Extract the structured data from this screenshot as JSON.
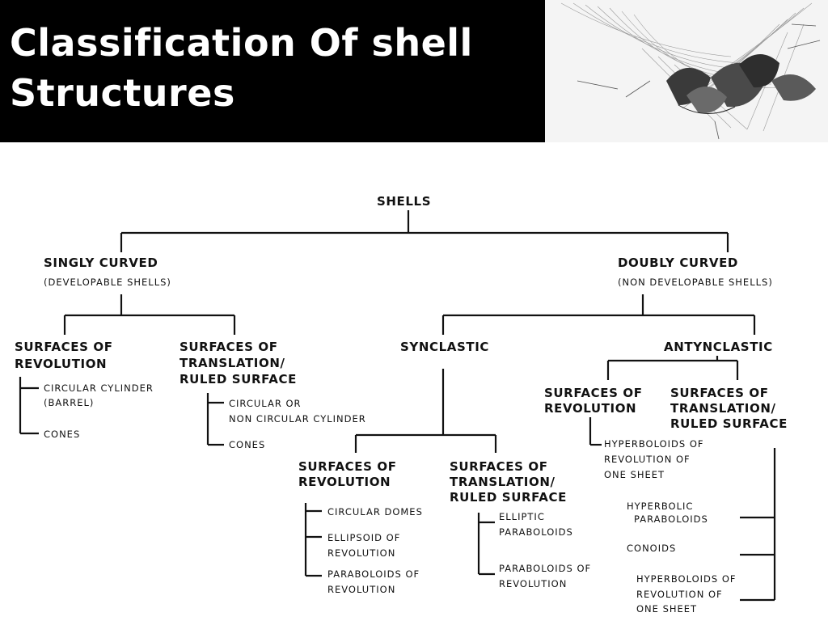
{
  "slide": {
    "title_line1": "Classification Of shell",
    "title_line2": "Structures"
  },
  "diagram": {
    "root": "SHELLS",
    "singly_curved": {
      "title": "SINGLY CURVED",
      "subtitle": "(DEVELOPABLE SHELLS)",
      "revolution": {
        "line1": "SURFACES OF",
        "line2": "REVOLUTION",
        "items": {
          "circular_cylinder_1": "CIRCULAR CYLINDER",
          "circular_cylinder_2": "(BARREL)",
          "cones": "CONES"
        }
      },
      "translation": {
        "line1": "SURFACES OF",
        "line2": "TRANSLATION/",
        "line3": "RULED SURFACE",
        "items": {
          "cylinder_1": "CIRCULAR OR",
          "cylinder_2": "NON CIRCULAR CYLINDER",
          "cones": "CONES"
        }
      }
    },
    "doubly_curved": {
      "title": "DOUBLY CURVED",
      "subtitle": "(NON DEVELOPABLE SHELLS)",
      "synclastic": {
        "title": "SYNCLASTIC",
        "revolution": {
          "line1": "SURFACES OF",
          "line2": "REVOLUTION",
          "items": {
            "domes": "CIRCULAR DOMES",
            "ellipsoid_1": "ELLIPSOID OF",
            "ellipsoid_2": "REVOLUTION",
            "paraboloids_1": "PARABOLOIDS OF",
            "paraboloids_2": "REVOLUTION"
          }
        },
        "translation": {
          "line1": "SURFACES OF",
          "line2": "TRANSLATION/",
          "line3": "RULED SURFACE",
          "items": {
            "elliptic_1": "ELLIPTIC",
            "elliptic_2": "PARABOLOIDS",
            "paraboloids_1": "PARABOLOIDS OF",
            "paraboloids_2": "REVOLUTION"
          }
        }
      },
      "anticlastic": {
        "title": "ANTYNCLASTIC",
        "revolution": {
          "line1": "SURFACES OF",
          "line2": "REVOLUTION",
          "items": {
            "hyperboloids_1": "HYPERBOLOIDS  OF",
            "hyperboloids_2": "REVOLUTION OF",
            "hyperboloids_3": "ONE  SHEET"
          }
        },
        "translation": {
          "line1": "SURFACES OF",
          "line2": "TRANSLATION/",
          "line3": "RULED SURFACE",
          "items": {
            "hyperbolic_1": "HYPERBOLIC",
            "hyperbolic_2": "PARABOLOIDS",
            "conoids": "CONOIDS",
            "hyperboloids_1": "HYPERBOLOIDS  OF",
            "hyperboloids_2": "REVOLUTION OF",
            "hyperboloids_3": "ONE SHEET"
          }
        }
      }
    }
  }
}
